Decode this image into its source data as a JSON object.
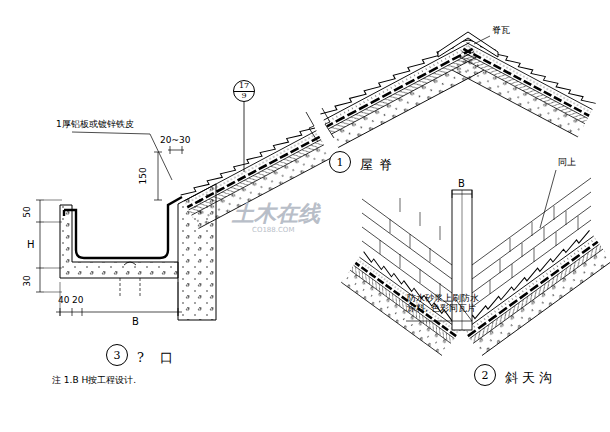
{
  "diagram": {
    "nodes": [
      {
        "text": [
          "1",
          "屋脊"
        ]
      },
      {
        "text": [
          "17",
          "9"
        ]
      },
      {
        "text": [
          "3",
          "? 口"
        ]
      },
      {
        "text": [
          "2",
          "斜天沟"
        ]
      }
    ],
    "labels": [
      "脊瓦",
      "同上",
      "B",
      "防水砂浆上刷防水 涂料, 色彩同瓦片",
      "1厚铝板或镀锌铁皮",
      "20~30",
      "150",
      "50",
      "H",
      "30",
      "40",
      "20",
      "B",
      "注 1.B  H按工程设计.",
      "土木在线",
      "CO188.COM"
    ]
  }
}
